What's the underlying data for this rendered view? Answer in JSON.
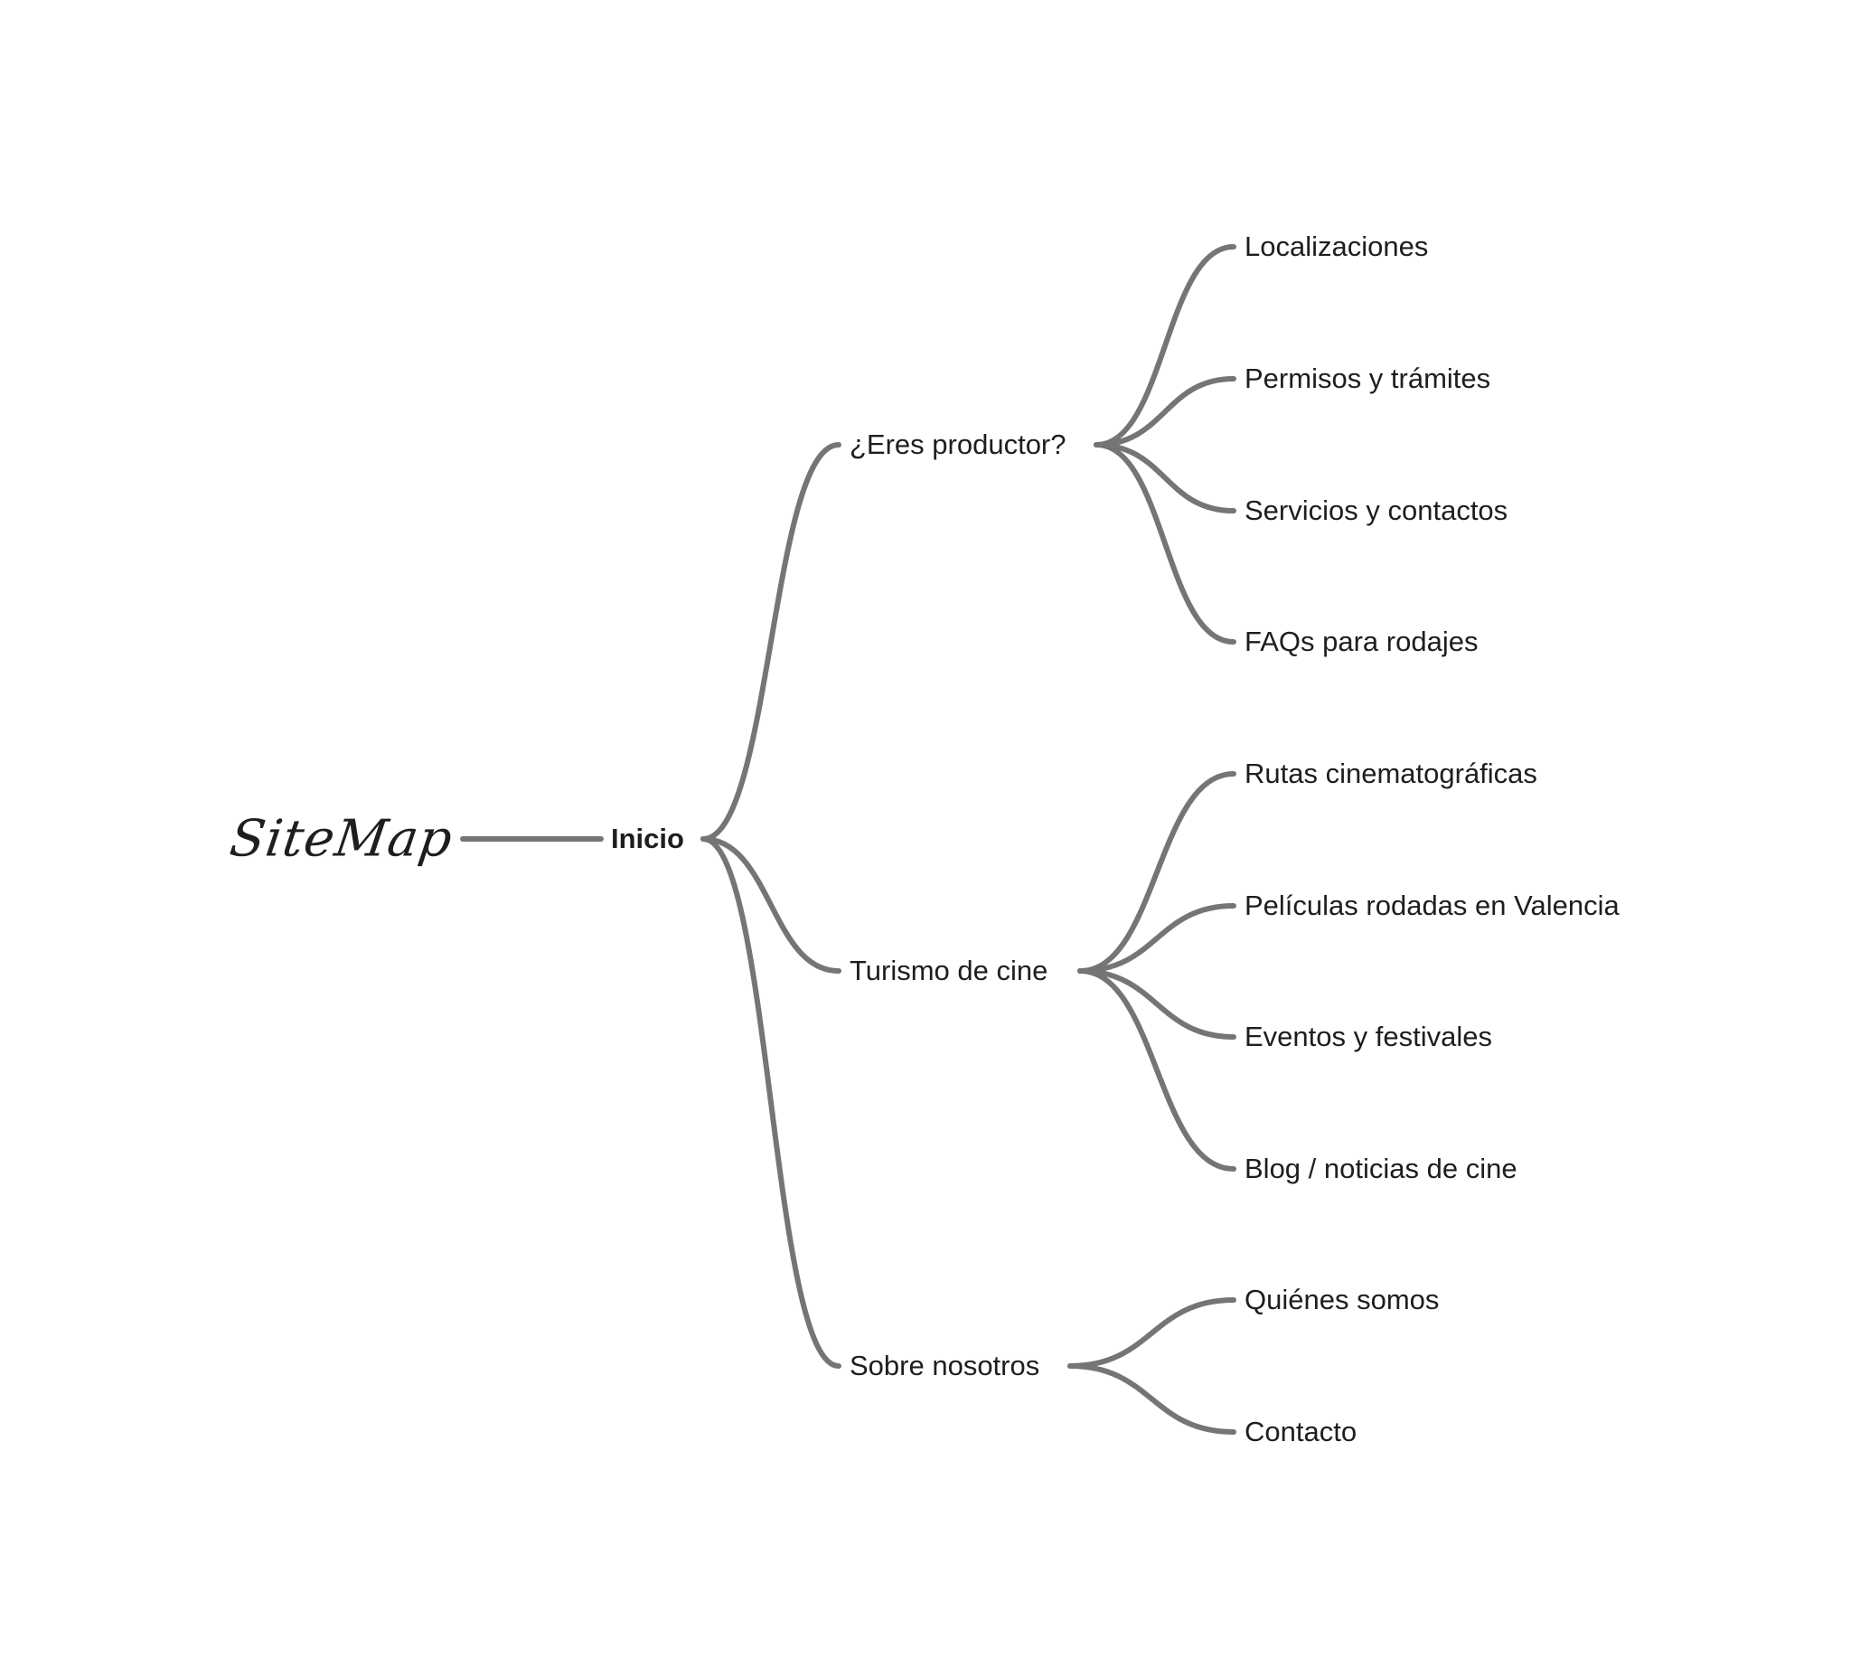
{
  "title": "SiteMap",
  "root": "Inicio",
  "sections": [
    {
      "label": "¿Eres productor?",
      "children": [
        "Localizaciones",
        "Permisos y trámites",
        "Servicios y contactos",
        "FAQs para rodajes"
      ]
    },
    {
      "label": "Turismo de cine",
      "children": [
        "Rutas cinematográficas",
        "Películas rodadas en Valencia",
        "Eventos y festivales",
        "Blog / noticias de cine"
      ]
    },
    {
      "label": "Sobre nosotros",
      "children": [
        "Quiénes somos",
        "Contacto"
      ]
    }
  ],
  "colors": {
    "connector": "#757575",
    "text": "#1e1e1e",
    "background": "#ffffff"
  }
}
